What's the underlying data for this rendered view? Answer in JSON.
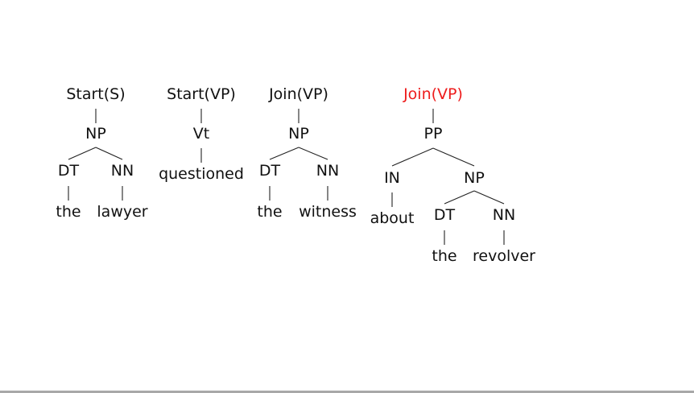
{
  "colors": {
    "text": "#111111",
    "highlight": "#ee1c1c",
    "edge": "#222222"
  },
  "trees": {
    "t1": {
      "root": "Start(S)",
      "np": "NP",
      "dt": "DT",
      "nn": "NN",
      "w_the": "the",
      "w_lawyer": "lawyer"
    },
    "t2": {
      "root": "Start(VP)",
      "vt": "Vt",
      "w_questioned": "questioned"
    },
    "t3": {
      "root": "Join(VP)",
      "np": "NP",
      "dt": "DT",
      "nn": "NN",
      "w_the": "the",
      "w_witness": "witness"
    },
    "t4": {
      "root": "Join(VP)",
      "root_highlighted": true,
      "pp": "PP",
      "in": "IN",
      "np": "NP",
      "dt": "DT",
      "nn": "NN",
      "w_about": "about",
      "w_the": "the",
      "w_revolver": "revolver"
    }
  }
}
